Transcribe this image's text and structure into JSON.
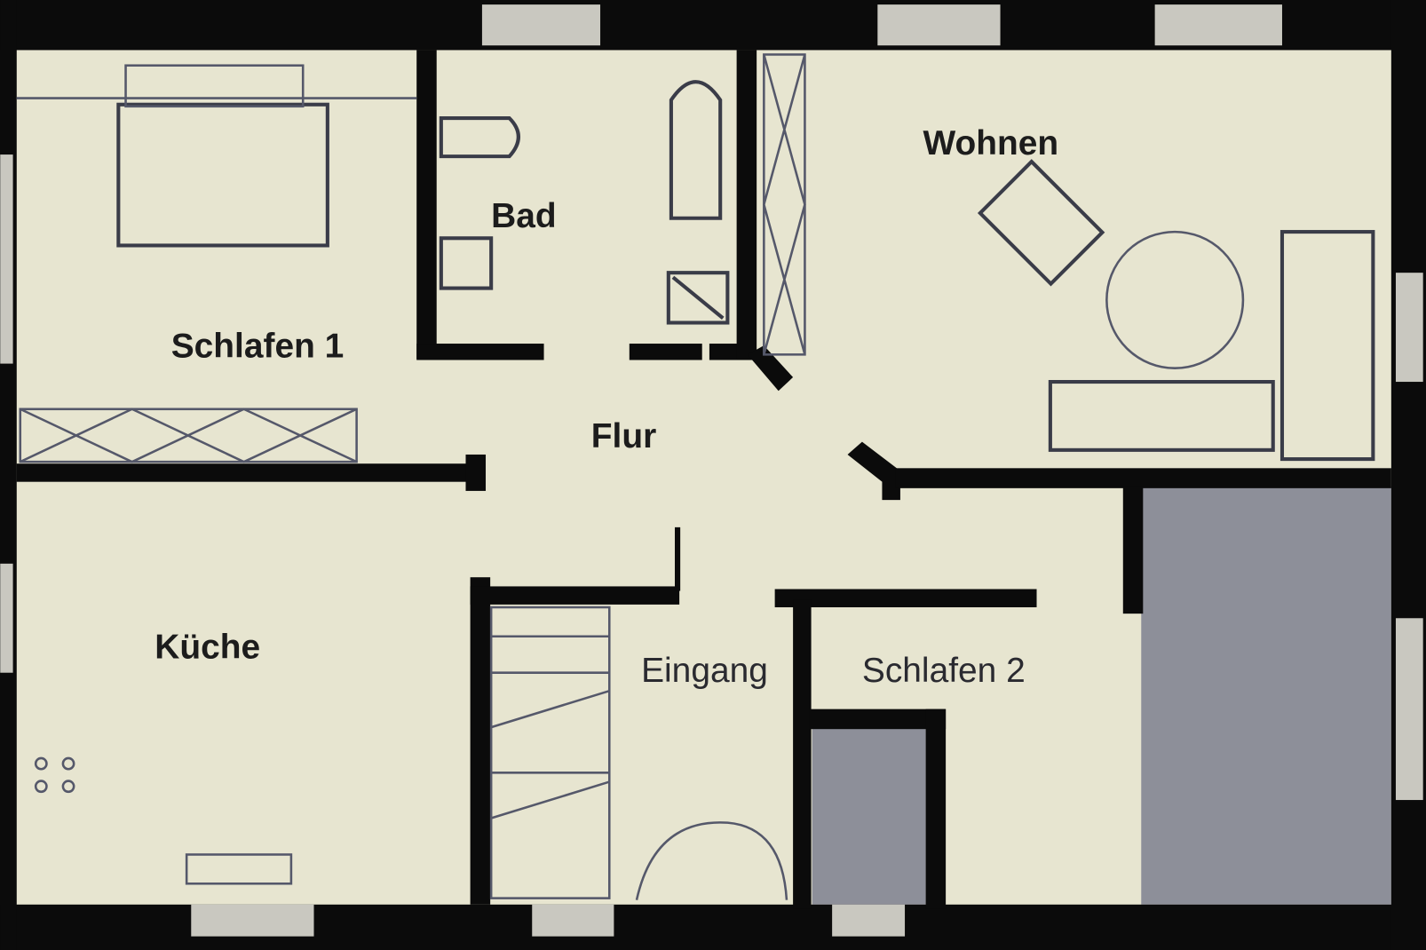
{
  "plan": {
    "rooms": [
      {
        "id": "schlafen1",
        "label": "Schlafen 1"
      },
      {
        "id": "bad",
        "label": "Bad"
      },
      {
        "id": "wohnen",
        "label": "Wohnen"
      },
      {
        "id": "flur",
        "label": "Flur"
      },
      {
        "id": "kueche",
        "label": "Küche"
      },
      {
        "id": "eingang",
        "label": "Eingang"
      },
      {
        "id": "schlafen2",
        "label": "Schlafen 2"
      }
    ],
    "colors": {
      "floor": "#e7e5d0",
      "wall": "#0b0b0b",
      "grey_area": "#8d8f99",
      "furniture": "#3a3c48"
    }
  }
}
